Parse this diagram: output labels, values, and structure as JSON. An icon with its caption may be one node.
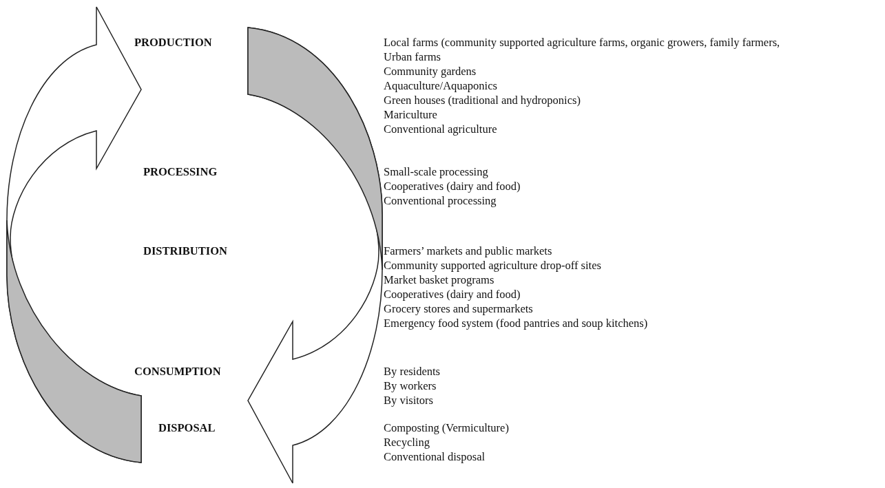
{
  "diagram": {
    "labels": [
      "PRODUCTION",
      "Local farms (community supported agriculture farms, organic growers, family farmers,",
      "Urban farms",
      "Community gardens",
      "Aquaculture/Aquaponics",
      "Green houses (traditional and hydroponics)",
      "Mariculture",
      "Conventional agriculture",
      "PROCESSING",
      "Small-scale processing",
      "Cooperatives (dairy and food)",
      "Conventional processing",
      "DISTRIBUTION",
      "Farmers’ markets and public markets",
      "Community supported agriculture drop-off sites",
      "Market basket programs",
      "Cooperatives (dairy and food)",
      "Grocery stores and supermarkets",
      "Emergency food system (food pantries and soup kitchens)",
      "CONSUMPTION",
      "By residents",
      "By workers",
      "By visitors",
      "DISPOSAL",
      "Composting (Vermiculture)",
      "Recycling",
      "Conventional disposal"
    ]
  }
}
